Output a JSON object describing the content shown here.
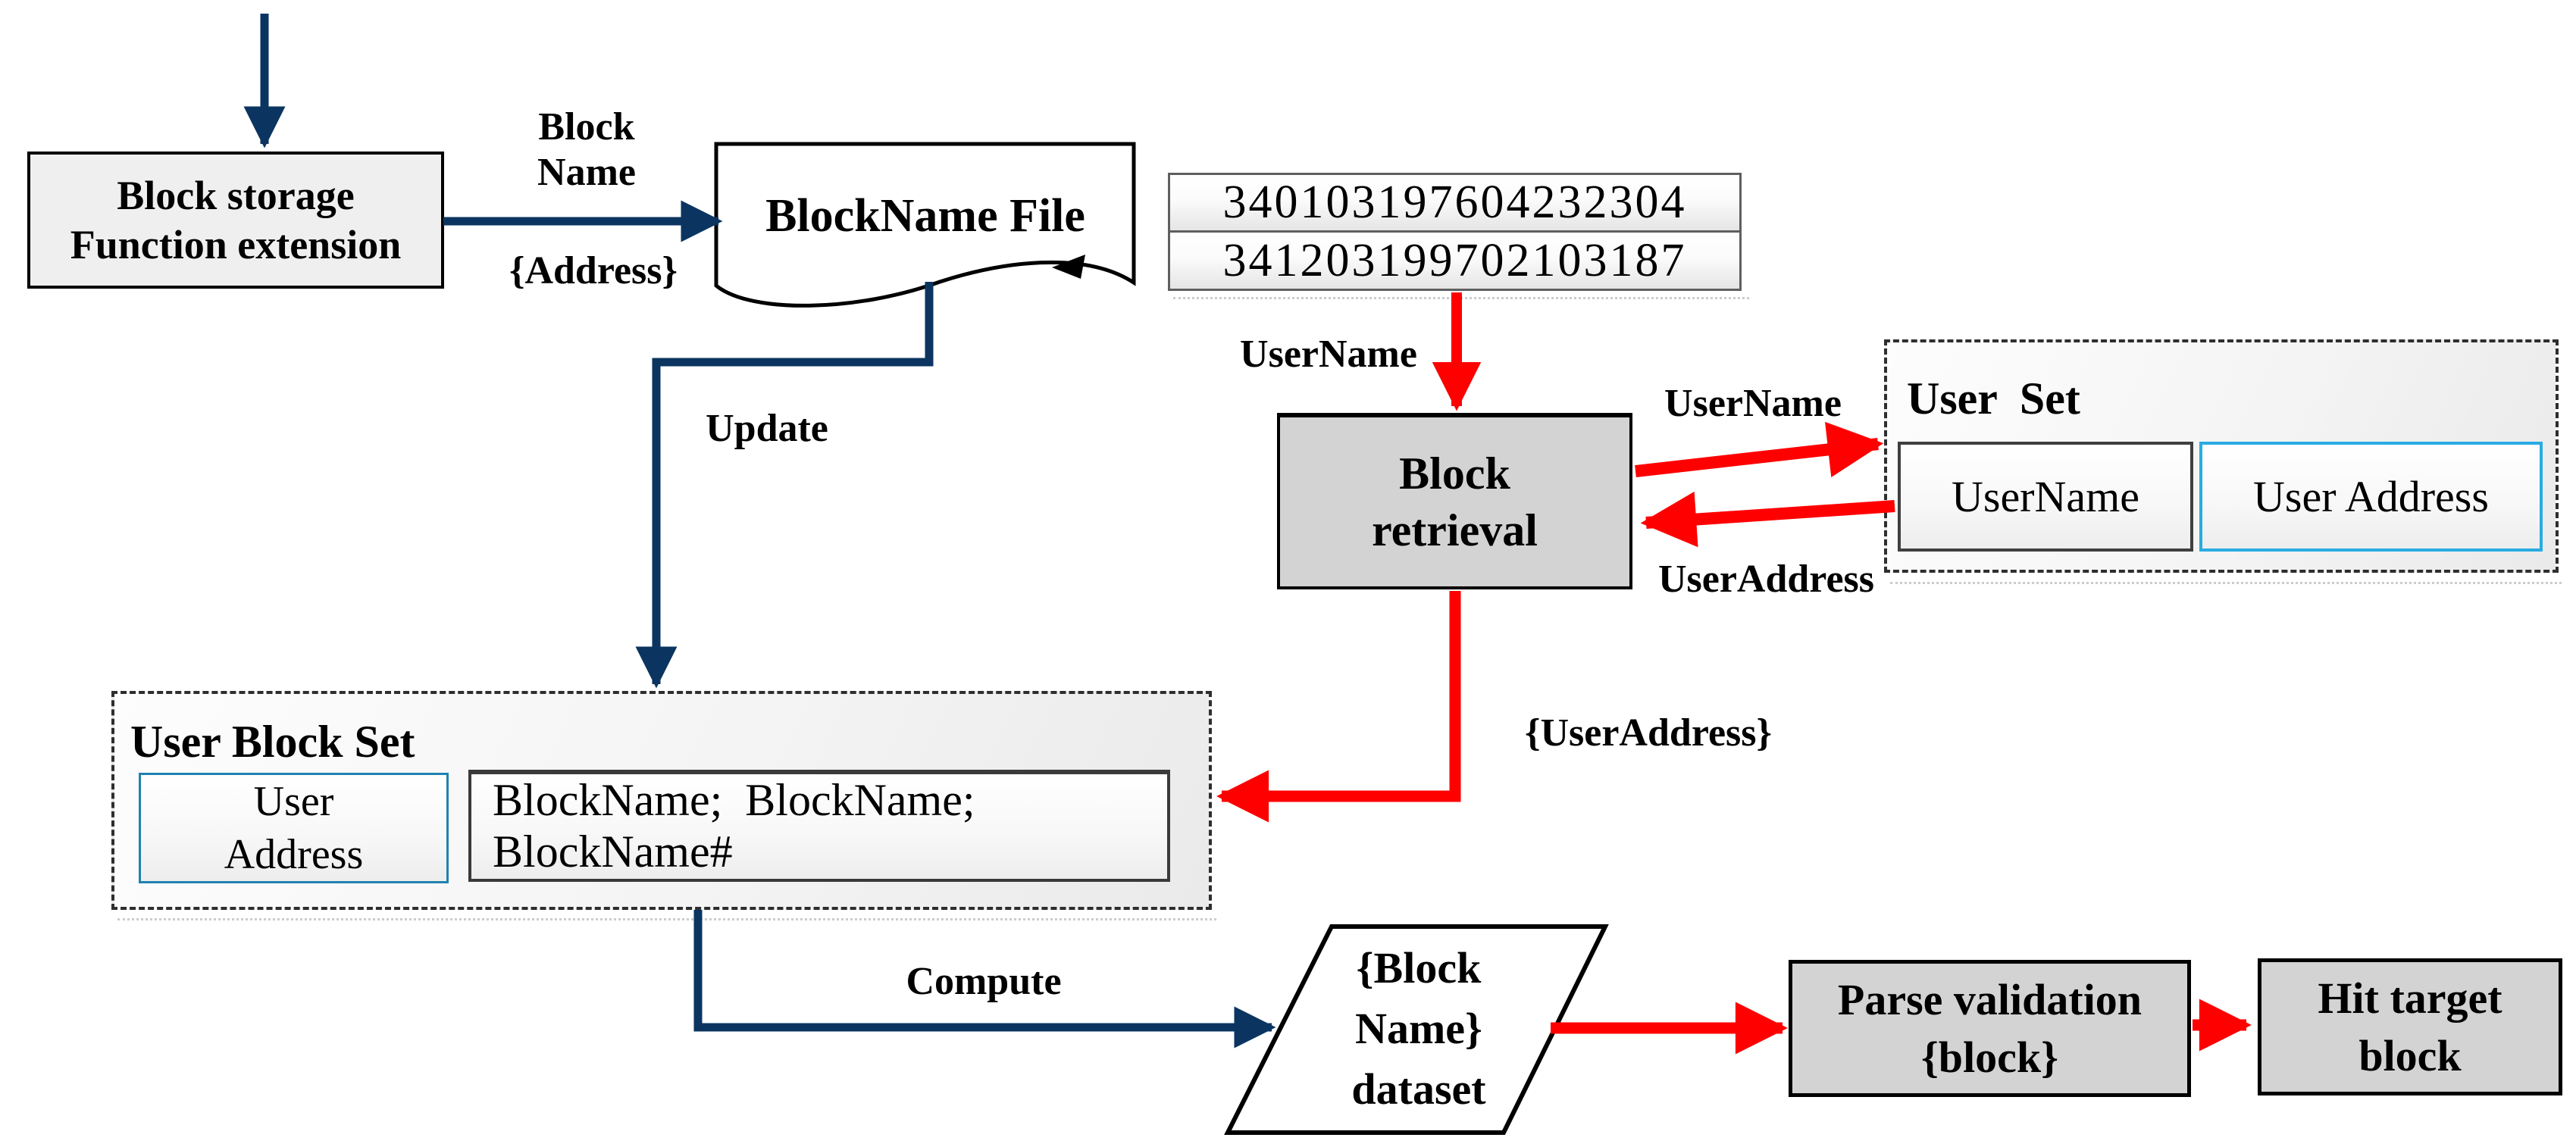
{
  "colors": {
    "navy_arrow": "#0b3560",
    "red_arrow": "#fe0000",
    "process_fill": "#d3d3d3",
    "storage_fill": "#efefef",
    "user_address_border_cyan": "#29abe2",
    "ubs_user_border_teal": "#1f82b0",
    "dashed_border": "#2e2e2e"
  },
  "nodes": {
    "block_storage": {
      "line1": "Block storage",
      "line2": "Function extension"
    },
    "blockname_file": {
      "label": "BlockName File"
    },
    "id_list": {
      "rows": [
        "340103197604232304",
        "341203199702103187"
      ]
    },
    "block_retrieval": {
      "line1": "Block",
      "line2": "retrieval"
    },
    "user_set": {
      "title": "User  Set",
      "username": "UserName",
      "user_address": "User Address"
    },
    "user_block_set": {
      "title": "User Block Set",
      "user_line1": "User",
      "user_line2": "Address",
      "blocks_line1": "BlockName;  BlockName;",
      "blocks_line2": "BlockName#"
    },
    "dataset": {
      "line1": "{Block",
      "line2": "Name}",
      "line3": "dataset"
    },
    "parse_validation": {
      "line1": "Parse validation",
      "line2": "{block}"
    },
    "hit_target": {
      "line1": "Hit target",
      "line2": "block"
    }
  },
  "edge_labels": {
    "block_name_line1": "Block",
    "block_name_line2": "Name",
    "address": "{Address}",
    "update": "Update",
    "username_top": "UserName",
    "username_to_userset": "UserName",
    "useraddress_from_userset": "UserAddress",
    "useraddress_brace": "{UserAddress}",
    "compute": "Compute"
  }
}
